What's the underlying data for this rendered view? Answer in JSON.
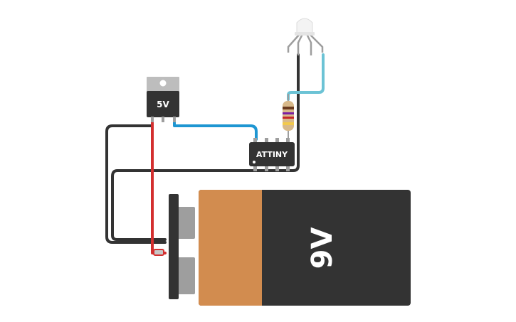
{
  "regulator": {
    "label": "5V"
  },
  "chip": {
    "label": "ATTINY"
  },
  "battery": {
    "label": "9V"
  },
  "colors": {
    "wire_black": "#333333",
    "wire_red": "#d32f2f",
    "wire_blue": "#1e96d2",
    "wire_cyan": "#6cc3d5",
    "battery_body": "#333333",
    "battery_label_band": "#d28c4f",
    "regulator_tab": "#bdbdbd",
    "chip_body": "#333333"
  },
  "icons": {
    "led": "rgb-led-icon",
    "resistor": "resistor-icon"
  }
}
